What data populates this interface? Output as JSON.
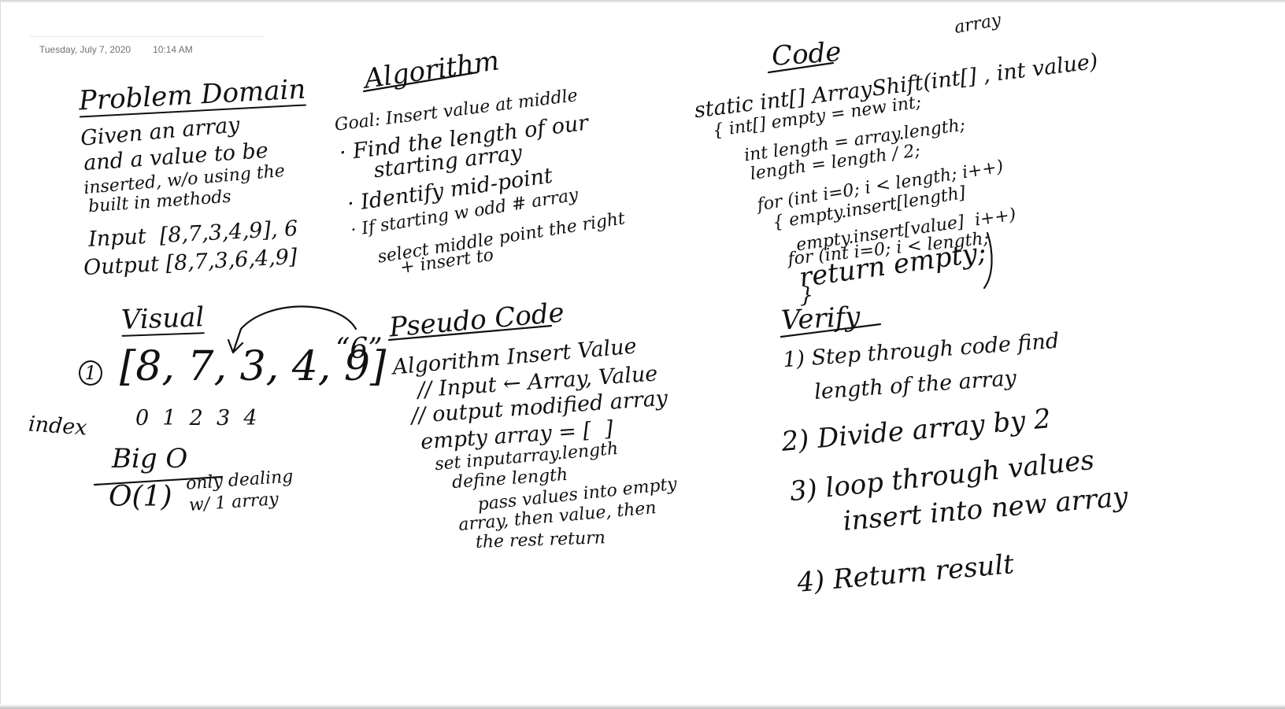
{
  "page": {
    "date": "Tuesday, July 7, 2020",
    "time": "10:14 AM"
  },
  "problem_domain": {
    "heading": "Problem Domain",
    "lines": [
      "Given an array",
      "and a value to be",
      "inserted, w/o using the",
      "built in methods"
    ],
    "input": "Input  [8,7,3,4,9], 6",
    "output": "Output [8,7,3,6,4,9]"
  },
  "algorithm": {
    "heading": "Algorithm",
    "lines": [
      "Goal: Insert value at middle",
      "· Find the length of our",
      "starting array",
      "· Identify mid-point",
      "· If starting w odd # array",
      "select middle point the right",
      "+ insert to"
    ]
  },
  "code": {
    "heading": "Code",
    "annotation": "array",
    "lines": [
      "static int[] ArrayShift(int[] , int value)",
      "{ int[] empty = new int;",
      "int length = array.length;",
      "length = length / 2;",
      "for (int i=0; i < length; i++)",
      "{ empty.insert[length]",
      "empty.insert[value]  i++)",
      "for (int i=0; i < length;",
      "return empty;",
      "}"
    ]
  },
  "visual": {
    "heading": "Visual",
    "step": "1",
    "array": "[8, 7, 3, 4, 9]",
    "insert_value": "“6”",
    "index_label": "index",
    "indices": "0  1  2  3  4",
    "big_o_heading": "Big O",
    "big_o_value": "O(1)",
    "big_o_note_1": "only dealing",
    "big_o_note_2": "w/ 1 array"
  },
  "pseudo_code": {
    "heading": "Pseudo Code",
    "lines": [
      "Algorithm Insert Value",
      "// Input ← Array, Value",
      "// output modified array",
      "empty array = [  ]",
      "set inputarray.length",
      "define length",
      "pass values into empty",
      "array, then value, then",
      "the rest return"
    ]
  },
  "verify": {
    "heading": "Verify",
    "lines": [
      "1) Step through code find",
      "length of the array",
      "2) Divide array by 2",
      "3) loop through values",
      "insert into new array",
      "4) Return result"
    ]
  }
}
